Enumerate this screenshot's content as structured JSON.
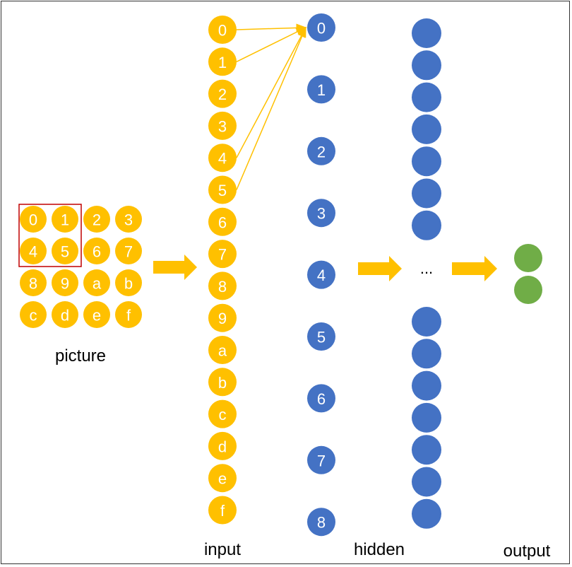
{
  "labels": {
    "picture": "picture",
    "input": "input",
    "hidden": "hidden",
    "output": "output",
    "ellipsis": "..."
  },
  "picture": {
    "grid": [
      [
        "0",
        "1",
        "2",
        "3"
      ],
      [
        "4",
        "5",
        "6",
        "7"
      ],
      [
        "8",
        "9",
        "a",
        "b"
      ],
      [
        "c",
        "d",
        "e",
        "f"
      ]
    ],
    "highlighted": [
      "0",
      "1",
      "4",
      "5"
    ]
  },
  "input_nodes": [
    "0",
    "1",
    "2",
    "3",
    "4",
    "5",
    "6",
    "7",
    "8",
    "9",
    "a",
    "b",
    "c",
    "d",
    "e",
    "f"
  ],
  "hidden_nodes": [
    "0",
    "1",
    "2",
    "3",
    "4",
    "5",
    "6",
    "7",
    "8"
  ],
  "connections": {
    "target": "0",
    "sources": [
      "0",
      "1",
      "4",
      "5"
    ]
  },
  "deep_layer": {
    "top_count": 7,
    "bottom_count": 7
  },
  "output_count": 2,
  "colors": {
    "input": "#FFC000",
    "hidden": "#4472C4",
    "output": "#70AD47",
    "highlight_box": "#C00000",
    "arrow": "#FFC000"
  }
}
